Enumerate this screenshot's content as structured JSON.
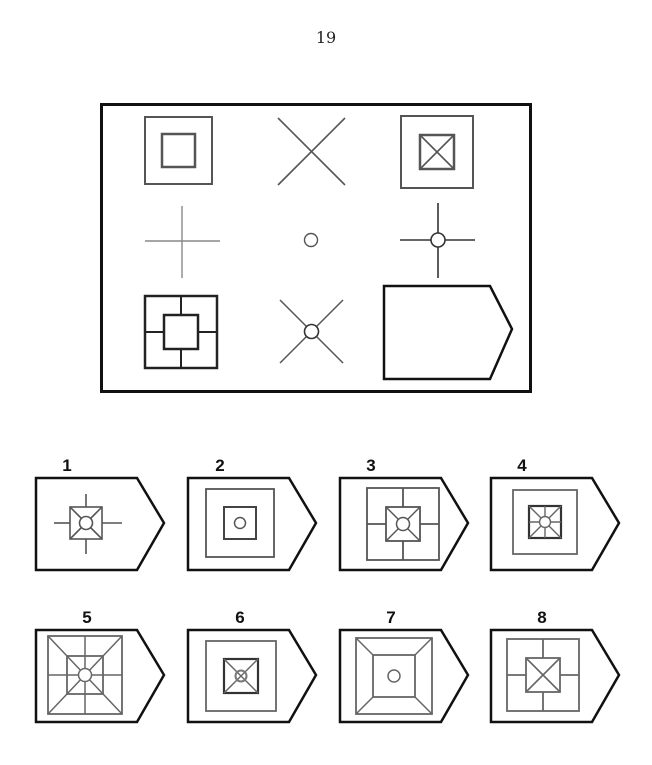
{
  "page": {
    "number": "19"
  },
  "options": [
    {
      "label": "1"
    },
    {
      "label": "2"
    },
    {
      "label": "3"
    },
    {
      "label": "4"
    },
    {
      "label": "5"
    },
    {
      "label": "6"
    },
    {
      "label": "7"
    },
    {
      "label": "8"
    }
  ]
}
